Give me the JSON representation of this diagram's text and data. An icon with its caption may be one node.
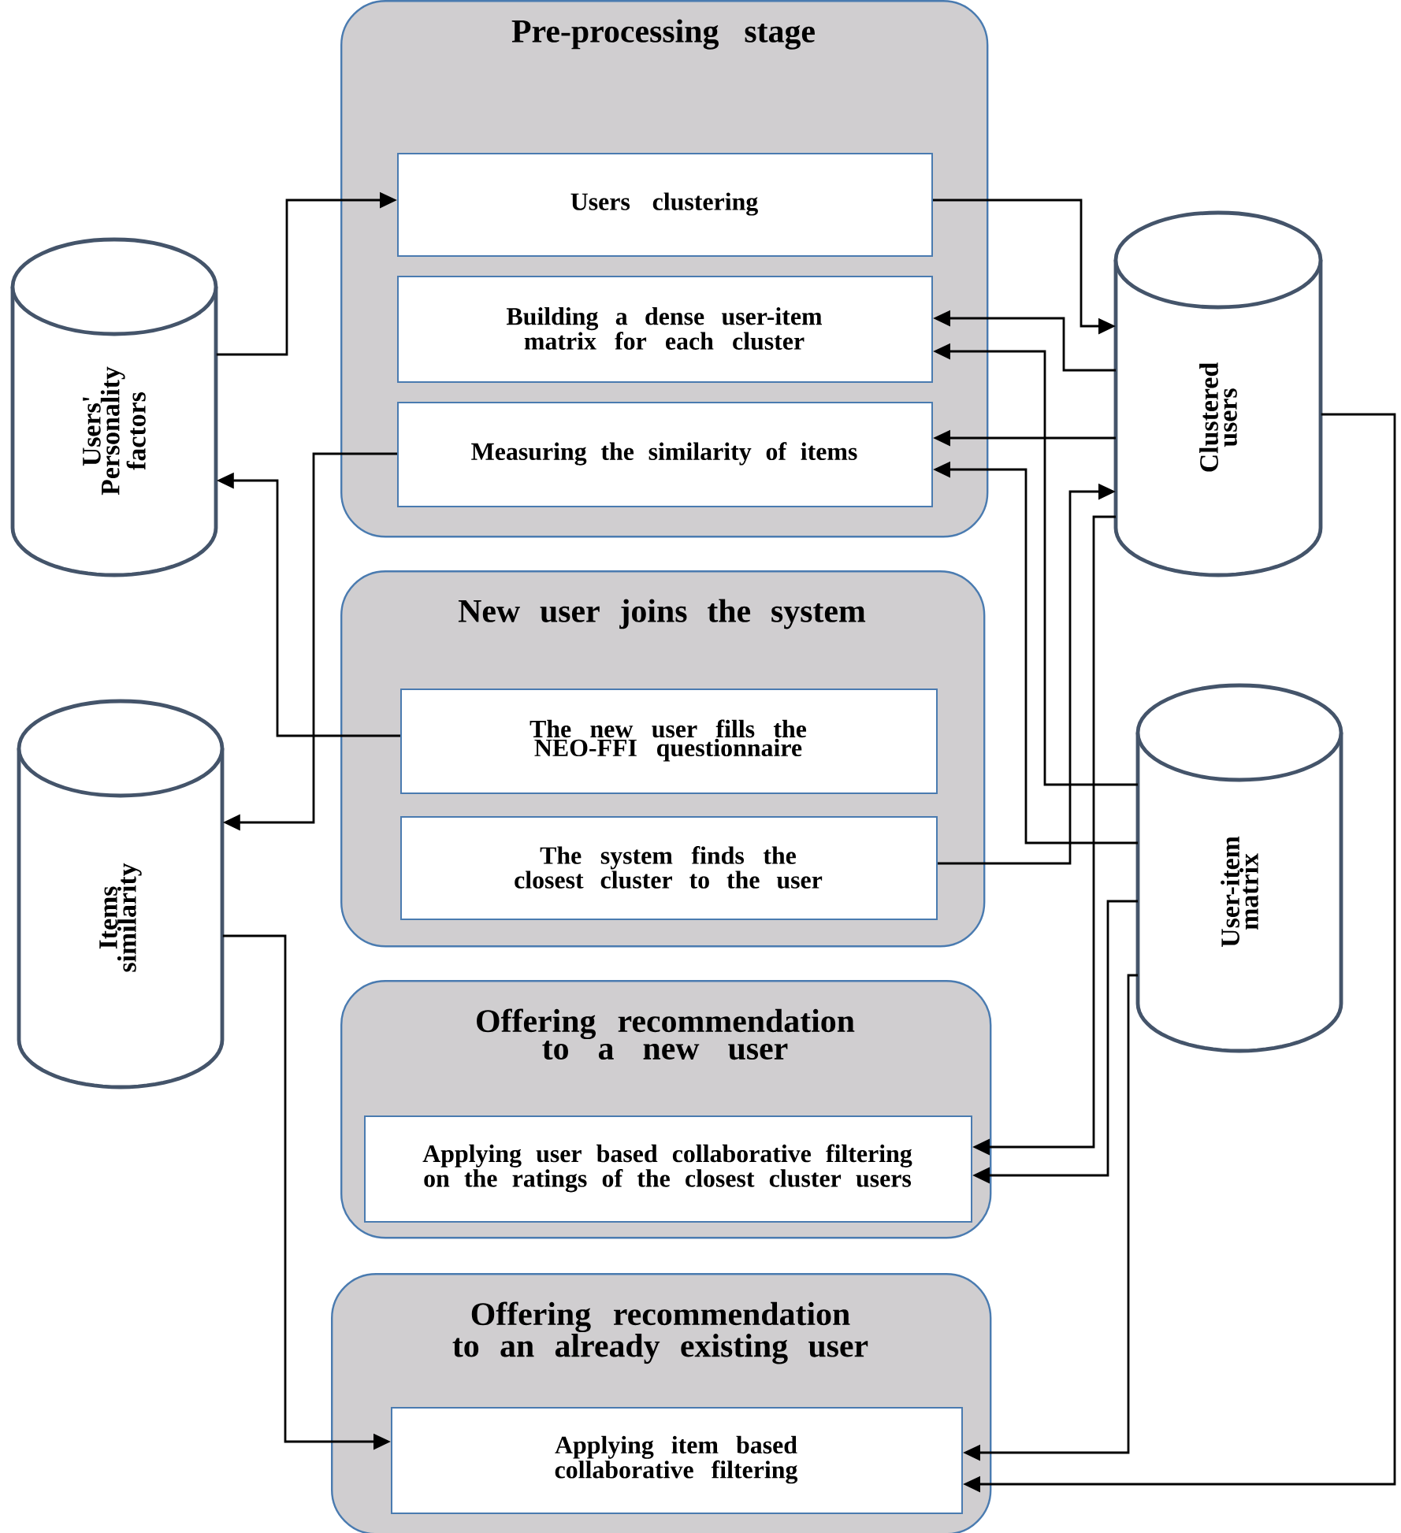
{
  "diagram": {
    "nodes": [
      {
        "text": [
          "Pre-processing stage"
        ]
      },
      {
        "text": [
          "Users clustering"
        ],
        "in": 0
      },
      {
        "text": [
          "Building a dense user-item matrix for each cluster"
        ],
        "in": 0
      },
      {
        "text": [
          "Measuring the similarity of items"
        ],
        "in": 0
      },
      {
        "text": [
          "New user joins the system"
        ]
      },
      {
        "text": [
          "The new user fills the NEO-FFI questionnaire"
        ],
        "in": 4
      },
      {
        "text": [
          "The system finds the closest cluster to the user"
        ],
        "in": 4
      },
      {
        "text": [
          "Offering recommendation to a new user"
        ]
      },
      {
        "text": [
          "Applying user based collaborative filtering on the ratings of the closest cluster users"
        ],
        "in": 7
      },
      {
        "text": [
          "Offering recommendation to an already existing user"
        ]
      },
      {
        "text": [
          "Applying item based collaborative filtering"
        ],
        "in": 9
      },
      {
        "text": [
          "Users' Personality factors"
        ]
      },
      {
        "text": [
          "Items similarity"
        ]
      },
      {
        "text": [
          "Clustered users"
        ]
      },
      {
        "text": [
          "User-item matrix"
        ]
      }
    ],
    "edges": [
      {
        "from": 11,
        "to": 1,
        "arrow": "to"
      },
      {
        "from": 1,
        "to": 13,
        "arrow": "to"
      },
      {
        "from": 13,
        "to": 2,
        "arrow": "to"
      },
      {
        "from": 14,
        "to": 2,
        "arrow": "to"
      },
      {
        "from": 13,
        "to": 3,
        "arrow": "to"
      },
      {
        "from": 14,
        "to": 3,
        "arrow": "to"
      },
      {
        "from": 6,
        "to": 13,
        "arrow": "to"
      },
      {
        "from": 13,
        "to": 8,
        "arrow": "to"
      },
      {
        "from": 14,
        "to": 8,
        "arrow": "to"
      },
      {
        "from": 14,
        "to": 10,
        "arrow": "to"
      },
      {
        "from": 13,
        "to": 10,
        "arrow": "to"
      },
      {
        "from": 5,
        "to": 11,
        "arrow": "to"
      },
      {
        "from": 3,
        "to": 12,
        "arrow": "to"
      },
      {
        "from": 12,
        "to": 10,
        "arrow": "to"
      }
    ]
  }
}
